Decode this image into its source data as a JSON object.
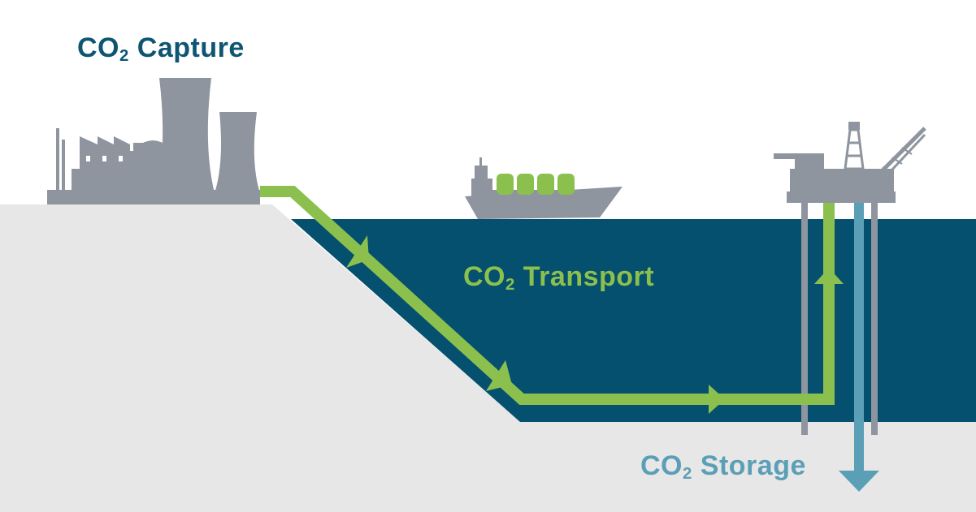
{
  "labels": {
    "capture": {
      "prefix": "CO",
      "subscript": "2",
      "suffix": " Capture"
    },
    "transport": {
      "prefix": "CO",
      "subscript": "2",
      "suffix": " Transport"
    },
    "storage": {
      "prefix": "CO",
      "subscript": "2",
      "suffix": " Storage"
    }
  },
  "colors": {
    "capture_text": "#0d5573",
    "transport_green": "#8cc04e",
    "storage_blue": "#5b9fb7",
    "sea": "#04506e",
    "land": "#e7e7e7",
    "structures": "#8e959e"
  },
  "icons": [
    "factory-icon",
    "cooling-tower-icon",
    "ship-icon",
    "offshore-platform-icon",
    "crane-icon",
    "flow-arrow-icon"
  ]
}
